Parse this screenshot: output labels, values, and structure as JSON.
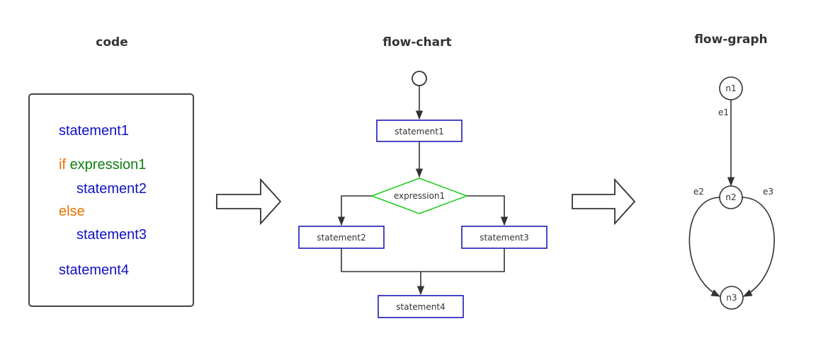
{
  "titles": {
    "code": "code",
    "flow_chart": "flow-chart",
    "flow_graph": "flow-graph"
  },
  "code": {
    "line1": "statement1",
    "if_keyword": "if",
    "if_expr": "expression1",
    "line3": "statement2",
    "else_keyword": "else",
    "line5": "statement3",
    "line6": "statement4"
  },
  "flowchart": {
    "s1": "statement1",
    "cond": "expression1",
    "s2": "statement2",
    "s3": "statement3",
    "s4": "statement4"
  },
  "flowgraph": {
    "n1": "n1",
    "n2": "n2",
    "n3": "n3",
    "e1": "e1",
    "e2": "e2",
    "e3": "e3"
  },
  "colors": {
    "statement": "#1010c8",
    "keyword": "#f07000",
    "expression": "#108010",
    "box_border": "#1a1ab8",
    "diamond_border": "#22cc22",
    "lines": "#333333"
  }
}
